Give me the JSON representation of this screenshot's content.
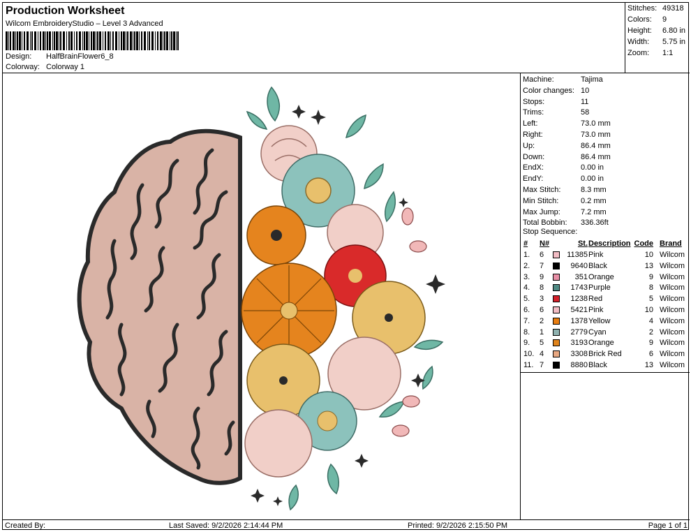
{
  "header": {
    "title": "Production Worksheet",
    "subtitle": "Wilcom EmbroideryStudio – Level 3 Advanced",
    "design_label": "Design:",
    "design_value": "HalfBrainFlower6_8",
    "colorway_label": "Colorway:",
    "colorway_value": "Colorway 1"
  },
  "summary": [
    {
      "label": "Stitches:",
      "value": "49318"
    },
    {
      "label": "Colors:",
      "value": "9"
    },
    {
      "label": "Height:",
      "value": "6.80 in"
    },
    {
      "label": "Width:",
      "value": "5.75 in"
    },
    {
      "label": "Zoom:",
      "value": "1:1"
    }
  ],
  "info": [
    {
      "label": "Machine:",
      "value": "Tajima"
    },
    {
      "label": "Color changes:",
      "value": "10"
    },
    {
      "label": "Stops:",
      "value": "11"
    },
    {
      "label": "Trims:",
      "value": "58"
    },
    {
      "label": "Left:",
      "value": "73.0 mm"
    },
    {
      "label": "Right:",
      "value": "73.0 mm"
    },
    {
      "label": "Up:",
      "value": "86.4 mm"
    },
    {
      "label": "Down:",
      "value": "86.4 mm"
    },
    {
      "label": "EndX:",
      "value": "0.00 in"
    },
    {
      "label": "EndY:",
      "value": "0.00 in"
    },
    {
      "label": "Max Stitch:",
      "value": "8.3 mm"
    },
    {
      "label": "Min Stitch:",
      "value": "0.2 mm"
    },
    {
      "label": "Max Jump:",
      "value": "7.2 mm"
    },
    {
      "label": "Total Bobbin:",
      "value": "336.36ft"
    }
  ],
  "stop_sequence": {
    "label": "Stop Sequence:",
    "headers": {
      "idx": "#",
      "n": "N#",
      "st": "St.",
      "desc": "Description",
      "code": "Code",
      "brand": "Brand"
    },
    "rows": [
      {
        "idx": "1.",
        "n": "6",
        "color": "#f2bcc4",
        "st": "11385",
        "desc": "Pink",
        "code": "10",
        "brand": "Wilcom"
      },
      {
        "idx": "2.",
        "n": "7",
        "color": "#000000",
        "st": "9640",
        "desc": "Black",
        "code": "13",
        "brand": "Wilcom"
      },
      {
        "idx": "3.",
        "n": "9",
        "color": "#e88fa6",
        "st": "351",
        "desc": "Orange",
        "code": "9",
        "brand": "Wilcom"
      },
      {
        "idx": "4.",
        "n": "8",
        "color": "#4f8a84",
        "st": "1743",
        "desc": "Purple",
        "code": "8",
        "brand": "Wilcom"
      },
      {
        "idx": "5.",
        "n": "3",
        "color": "#d4202a",
        "st": "1238",
        "desc": "Red",
        "code": "5",
        "brand": "Wilcom"
      },
      {
        "idx": "6.",
        "n": "6",
        "color": "#f2bcc4",
        "st": "5421",
        "desc": "Pink",
        "code": "10",
        "brand": "Wilcom"
      },
      {
        "idx": "7.",
        "n": "2",
        "color": "#e87d10",
        "st": "1378",
        "desc": "Yellow",
        "code": "4",
        "brand": "Wilcom"
      },
      {
        "idx": "8.",
        "n": "1",
        "color": "#8fb2b0",
        "st": "2779",
        "desc": "Cyan",
        "code": "2",
        "brand": "Wilcom"
      },
      {
        "idx": "9.",
        "n": "5",
        "color": "#e0841c",
        "st": "3193",
        "desc": "Orange",
        "code": "9",
        "brand": "Wilcom"
      },
      {
        "idx": "10.",
        "n": "4",
        "color": "#e8a882",
        "st": "3308",
        "desc": "Brick Red",
        "code": "6",
        "brand": "Wilcom"
      },
      {
        "idx": "11.",
        "n": "7",
        "color": "#000000",
        "st": "8880",
        "desc": "Black",
        "code": "13",
        "brand": "Wilcom"
      }
    ]
  },
  "footer": {
    "created_by": "Created By:",
    "last_saved": "Last Saved: 9/2/2026 2:14:44 PM",
    "printed": "Printed: 9/2/2026 2:15:50 PM",
    "page": "Page 1 of 1"
  },
  "colors": {
    "brain_fill": "#d9b3a6",
    "brain_outline": "#2a2a2a",
    "leaf": "#6fb7a5",
    "petal_pink": "#f1cfc8",
    "petal_orange": "#e5841e",
    "petal_red": "#d92a2a",
    "petal_yellow": "#e8c06c",
    "petal_cyan": "#8cc2bc"
  }
}
